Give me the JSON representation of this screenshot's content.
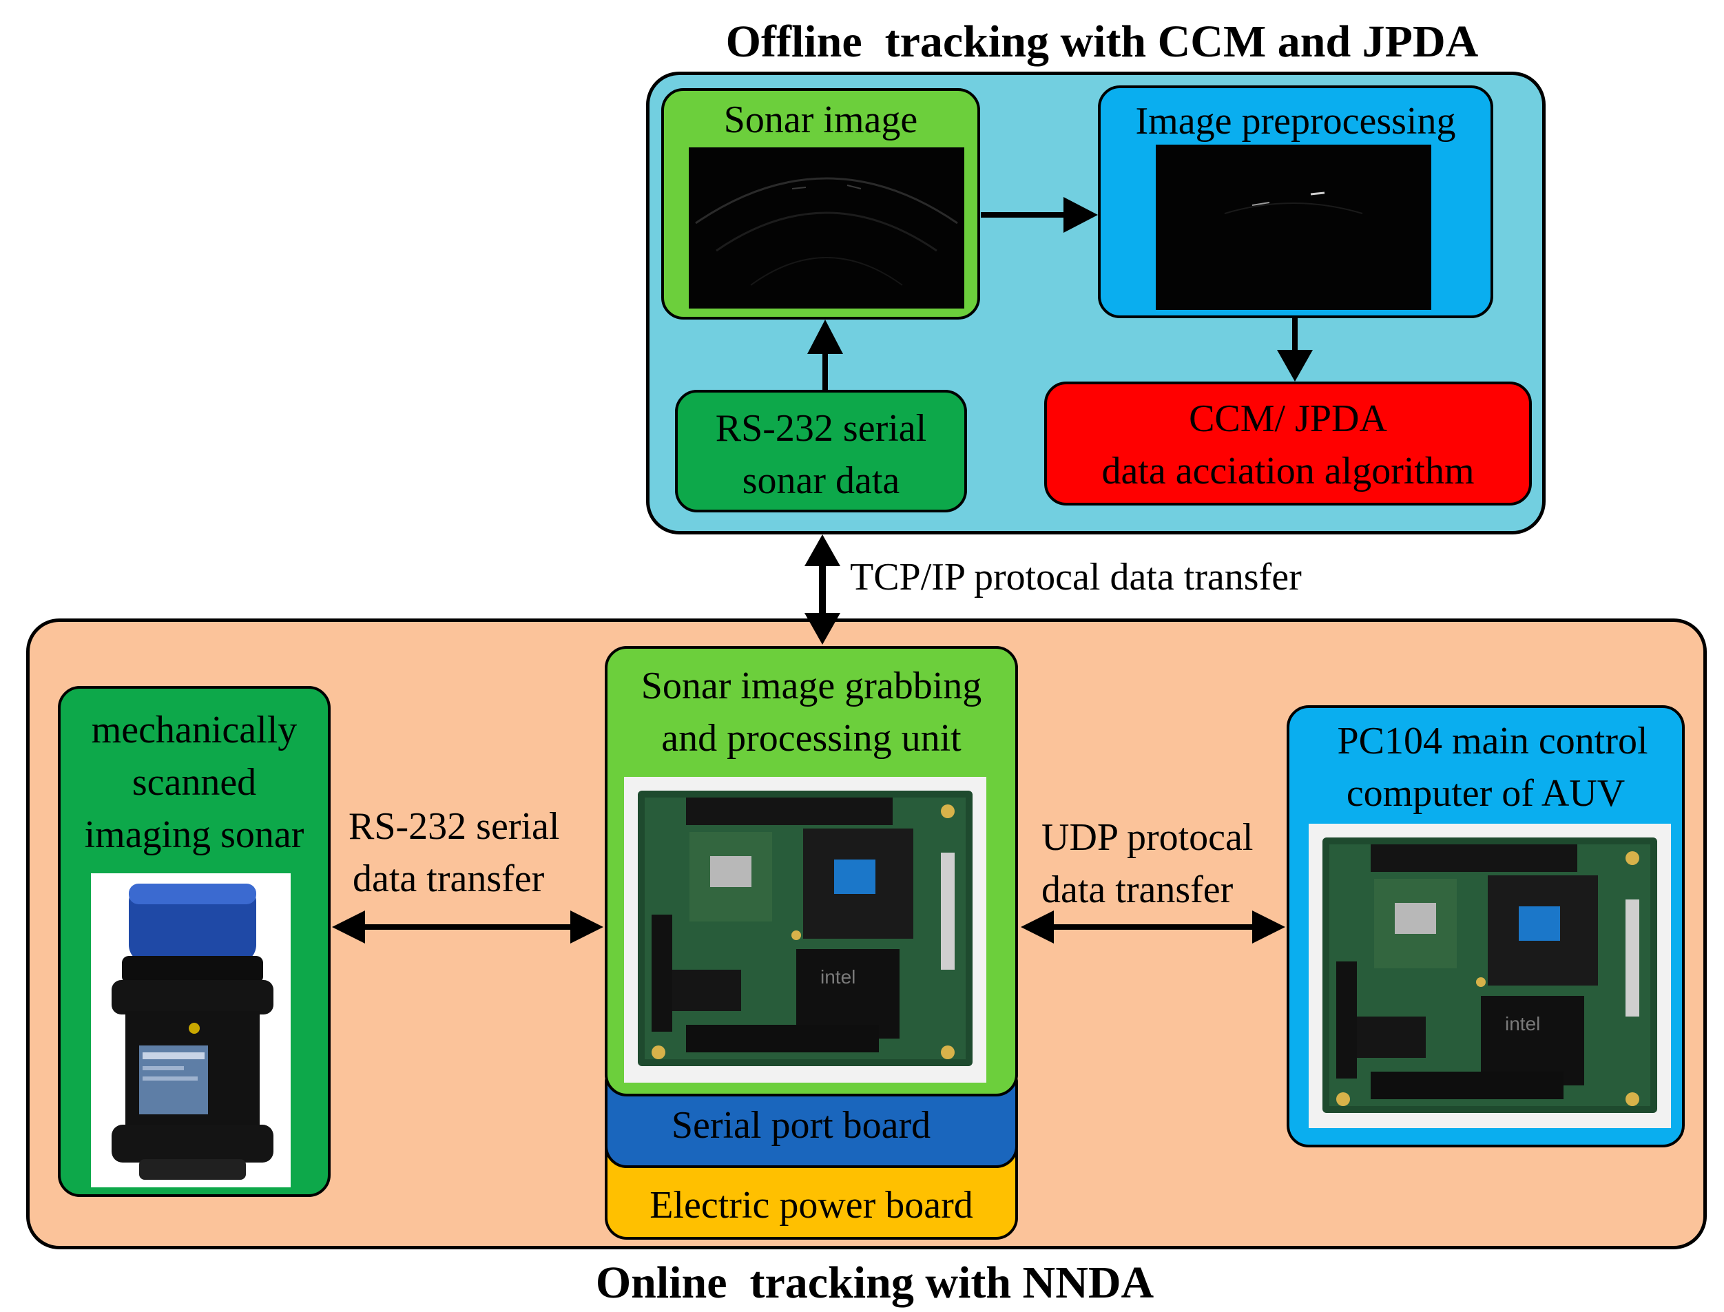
{
  "offline": {
    "title": "Offline  tracking with CCM and JPDA",
    "sonar_image": {
      "label": "Sonar image"
    },
    "preprocessing": {
      "label": "Image preprocessing"
    },
    "rs232": {
      "line1": "RS-232 serial",
      "line2": "sonar data"
    },
    "algorithm": {
      "line1": "CCM/ JPDA",
      "line2": "data acciation algorithm"
    }
  },
  "link_tcp": {
    "label": "TCP/IP protocal data transfer"
  },
  "online": {
    "title": "Online  tracking with NNDA",
    "sonar_device": {
      "line1": "mechanically",
      "line2": "scanned",
      "line3": "imaging sonar"
    },
    "link_rs232": {
      "line1": "RS-232 serial",
      "line2": "data transfer"
    },
    "grabbing_unit": {
      "line1": "Sonar image grabbing",
      "line2": "and processing unit"
    },
    "serial_board": {
      "label": "Serial port board"
    },
    "power_board": {
      "label": "Electric power board"
    },
    "link_udp": {
      "line1": "UDP protocal",
      "line2": "data transfer"
    },
    "pc104": {
      "line1": "PC104 main control",
      "line2": "computer of AUV"
    }
  },
  "colors": {
    "offline_panel": "#72cfe0",
    "online_panel": "#fbc39a",
    "green_light": "#6ccf3c",
    "green_dark": "#0da84a",
    "blue_box": "#0aaeef",
    "red_box": "#ff0000",
    "serial_board": "#1a66bd",
    "power_board": "#ffc000"
  }
}
